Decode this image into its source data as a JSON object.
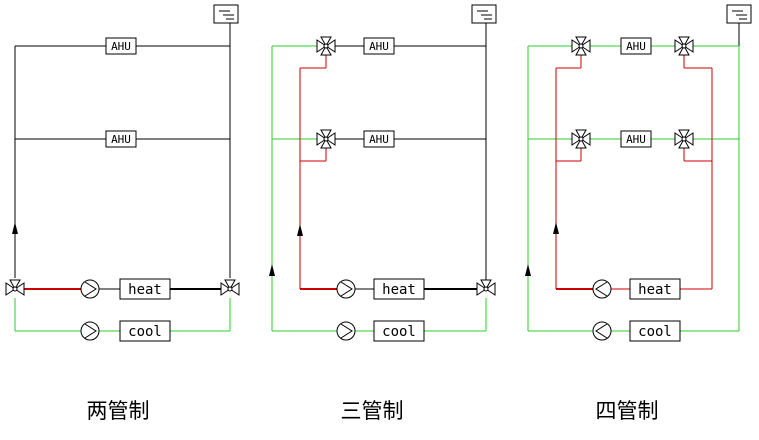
{
  "colors": {
    "background": "#ffffff",
    "black_pipe": "#000000",
    "heating_pipe": "#cc0000",
    "cooling_pipe": "#2ecc2e"
  },
  "diagrams": [
    {
      "caption": "两管制",
      "ahu_labels": [
        "AHU",
        "AHU"
      ],
      "heat_label": "heat",
      "cool_label": "cool",
      "icons": [
        "expansion-tank-icon",
        "three-way-valve-icon",
        "pump-icon"
      ]
    },
    {
      "caption": "三管制",
      "ahu_labels": [
        "AHU",
        "AHU"
      ],
      "heat_label": "heat",
      "cool_label": "cool",
      "icons": [
        "expansion-tank-icon",
        "three-way-valve-icon",
        "pump-icon"
      ]
    },
    {
      "caption": "四管制",
      "ahu_labels": [
        "AHU",
        "AHU"
      ],
      "heat_label": "heat",
      "cool_label": "cool",
      "icons": [
        "expansion-tank-icon",
        "three-way-valve-icon",
        "pump-icon"
      ]
    }
  ]
}
